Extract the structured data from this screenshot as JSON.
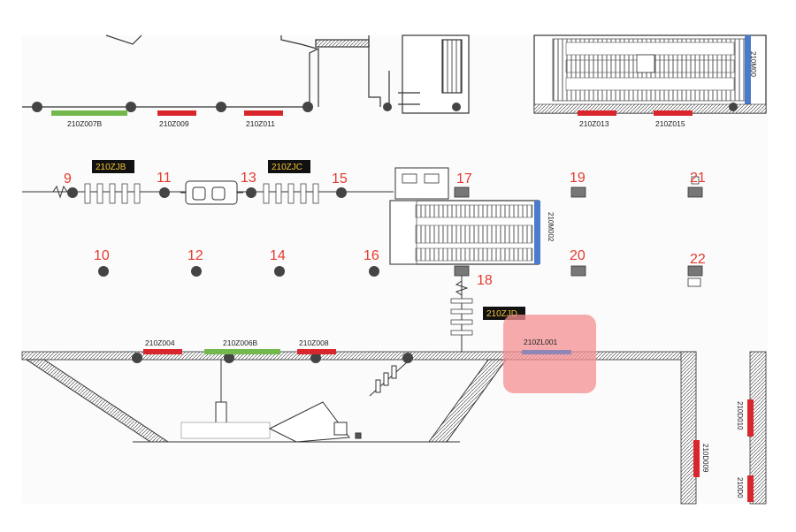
{
  "colors": {
    "background": "#fbfbfb",
    "wall": "#333333",
    "seg_red": "#d9262c",
    "seg_green": "#72b84a",
    "seg_blue": "#4b7ccc",
    "number_red": "#e53b2f",
    "highlight": "#f48f92",
    "zone_label_bg": "#111111",
    "zone_label_fg": "#f1c232"
  },
  "numbers": {
    "n9": "9",
    "n10": "10",
    "n11": "11",
    "n12": "12",
    "n13": "13",
    "n14": "14",
    "n15": "15",
    "n16": "16",
    "n17": "17",
    "n18": "18",
    "n19": "19",
    "n20": "20",
    "n21": "21",
    "n22": "22"
  },
  "zone_labels": {
    "zjb": "210ZJB",
    "zjc": "210ZJC",
    "zjd": "210ZJD"
  },
  "segment_codes": {
    "z007b": "210Z007B",
    "z009": "210Z009",
    "z011": "210Z011",
    "z013": "210Z013",
    "z015": "210Z015",
    "z004": "210Z004",
    "z006b": "210Z006B",
    "z008": "210Z008",
    "zl001": "210ZL001"
  },
  "vertical_codes": {
    "escalator_top": "210M00",
    "escalator_mid": "210M002",
    "d010": "210D010",
    "d009": "210D009",
    "d00": "210D0"
  }
}
